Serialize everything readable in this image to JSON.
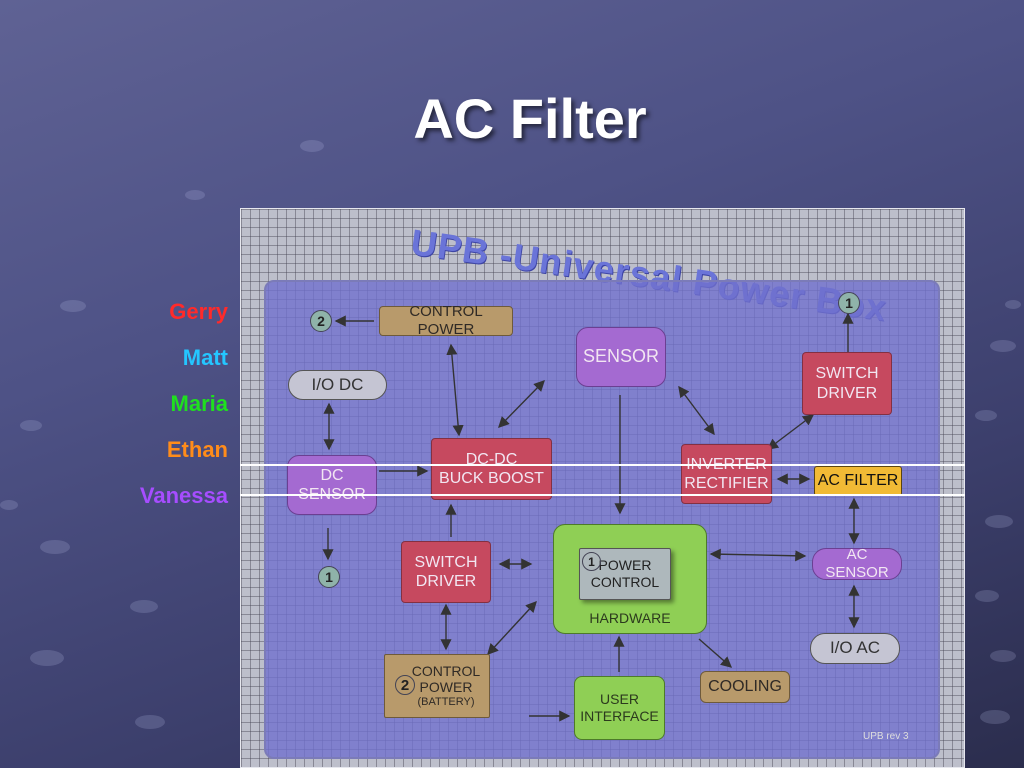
{
  "slide": {
    "title": "AC Filter",
    "team": [
      {
        "name": "Gerry",
        "color": "#ff2a2a"
      },
      {
        "name": "Matt",
        "color": "#24c6ff"
      },
      {
        "name": "Maria",
        "color": "#1fe01f"
      },
      {
        "name": "Ethan",
        "color": "#ff8c1a"
      },
      {
        "name": "Vanessa",
        "color": "#a64dff"
      }
    ]
  },
  "diagram": {
    "title": "UPB -Universal Power Box",
    "revision": "UPB rev 3",
    "blocks": {
      "control_power_top": "CONTROL POWER",
      "sensor": "SENSOR",
      "switch_driver_right_1": "SWITCH",
      "switch_driver_right_2": "DRIVER",
      "io_dc": "I/O DC",
      "dc_dc_1": "DC-DC",
      "dc_dc_2": "BUCK BOOST",
      "inverter_1": "INVERTER",
      "inverter_2": "RECTIFIER",
      "ac_filter": "AC FILTER",
      "dc_sensor_1": "DC",
      "dc_sensor_2": "SENSOR",
      "switch_driver_left_1": "SWITCH",
      "switch_driver_left_2": "DRIVER",
      "power_control_1": "POWER",
      "power_control_2": "CONTROL",
      "hardware": "HARDWARE",
      "ac_sensor": "AC SENSOR",
      "io_ac": "I/O AC",
      "control_power_battery_1": "CONTROL",
      "control_power_battery_2": "POWER",
      "battery": "(BATTERY)",
      "user_interface_1": "USER",
      "user_interface_2": "INTERFACE",
      "cooling": "COOLING"
    },
    "markers": {
      "one": "1",
      "two": "2"
    }
  }
}
